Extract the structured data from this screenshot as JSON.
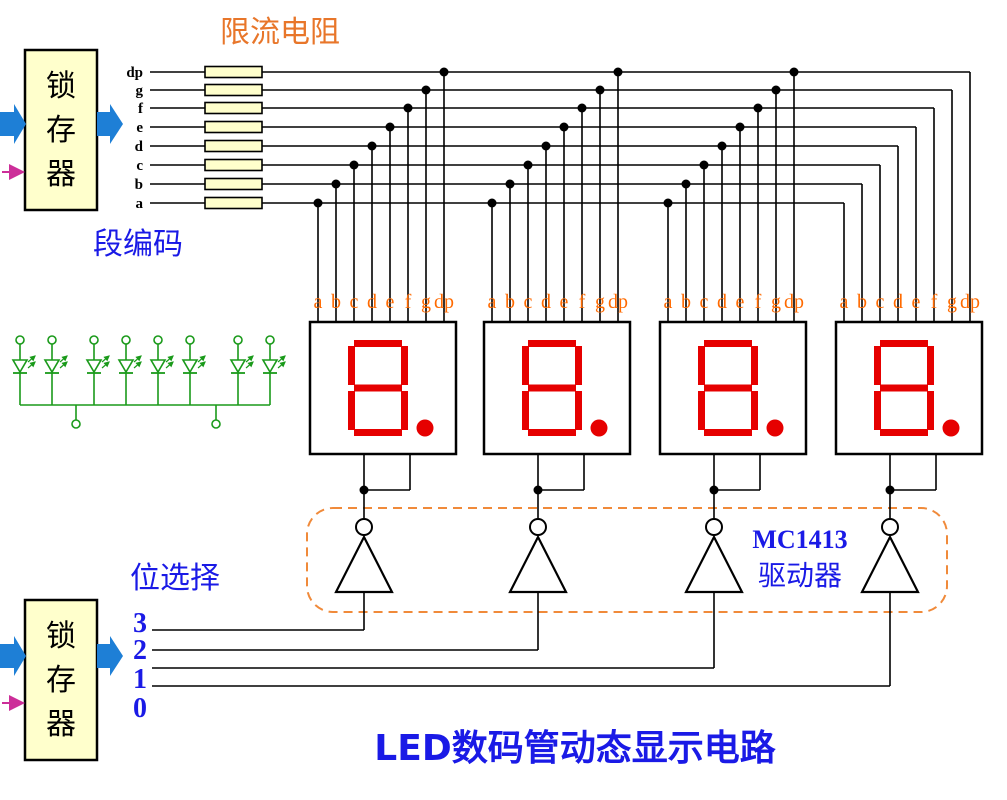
{
  "title": "LED数码管动态显示电路",
  "resistor_label": "限流电阻",
  "segment_code_label": "段编码",
  "position_select_label": "位选择",
  "driver_label": {
    "line1": "MC1413",
    "line2": "驱动器"
  },
  "latch_top": {
    "lines": [
      "锁",
      "存",
      "器"
    ]
  },
  "latch_bottom": {
    "lines": [
      "锁",
      "存",
      "器"
    ]
  },
  "bus_labels": [
    "dp",
    "g",
    "f",
    "e",
    "d",
    "c",
    "b",
    "a"
  ],
  "digit_pin_labels": [
    "a",
    "b",
    "c",
    "d",
    "e",
    "f",
    "g",
    "dp"
  ],
  "position_labels": [
    "3",
    "2",
    "1",
    "0"
  ],
  "digit_count": 4,
  "colors": {
    "latch_fill": "#ffffcc",
    "resistor_fill": "#ffffcc",
    "segment_on": "#e60000",
    "pin_label": "#ff6a00",
    "title_blue": "#1a1ae6",
    "arrow_blue": "#1e7fd6",
    "clock_arrow": "#cc2e99",
    "led_green": "#1a9a1a",
    "dashed_orange": "#f08a3a",
    "resistor_label": "#e8762a"
  }
}
